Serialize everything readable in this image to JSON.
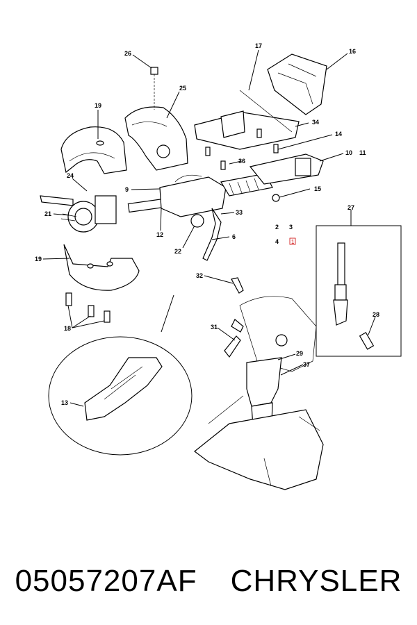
{
  "diagram": {
    "callouts": {
      "c2": "2",
      "c3": "3",
      "c4": "4",
      "c6": "6",
      "c9": "9",
      "c10": "10",
      "c11": "11",
      "c12": "12",
      "c13": "13",
      "c14": "14",
      "c15": "15",
      "c16": "16",
      "c17": "17",
      "c18": "18",
      "c19a": "19",
      "c19b": "19",
      "c21": "21",
      "c22": "22",
      "c24": "24",
      "c25": "25",
      "c26": "26",
      "c27": "27",
      "c28": "28",
      "c29": "29",
      "c31": "31",
      "c32": "32",
      "c33": "33",
      "c34": "34",
      "c36": "36",
      "c37": "37",
      "c1": "1"
    },
    "highlight_color": "#cc0000"
  },
  "footer": {
    "part_number": "05057207AF",
    "brand": "CHRYSLER"
  }
}
